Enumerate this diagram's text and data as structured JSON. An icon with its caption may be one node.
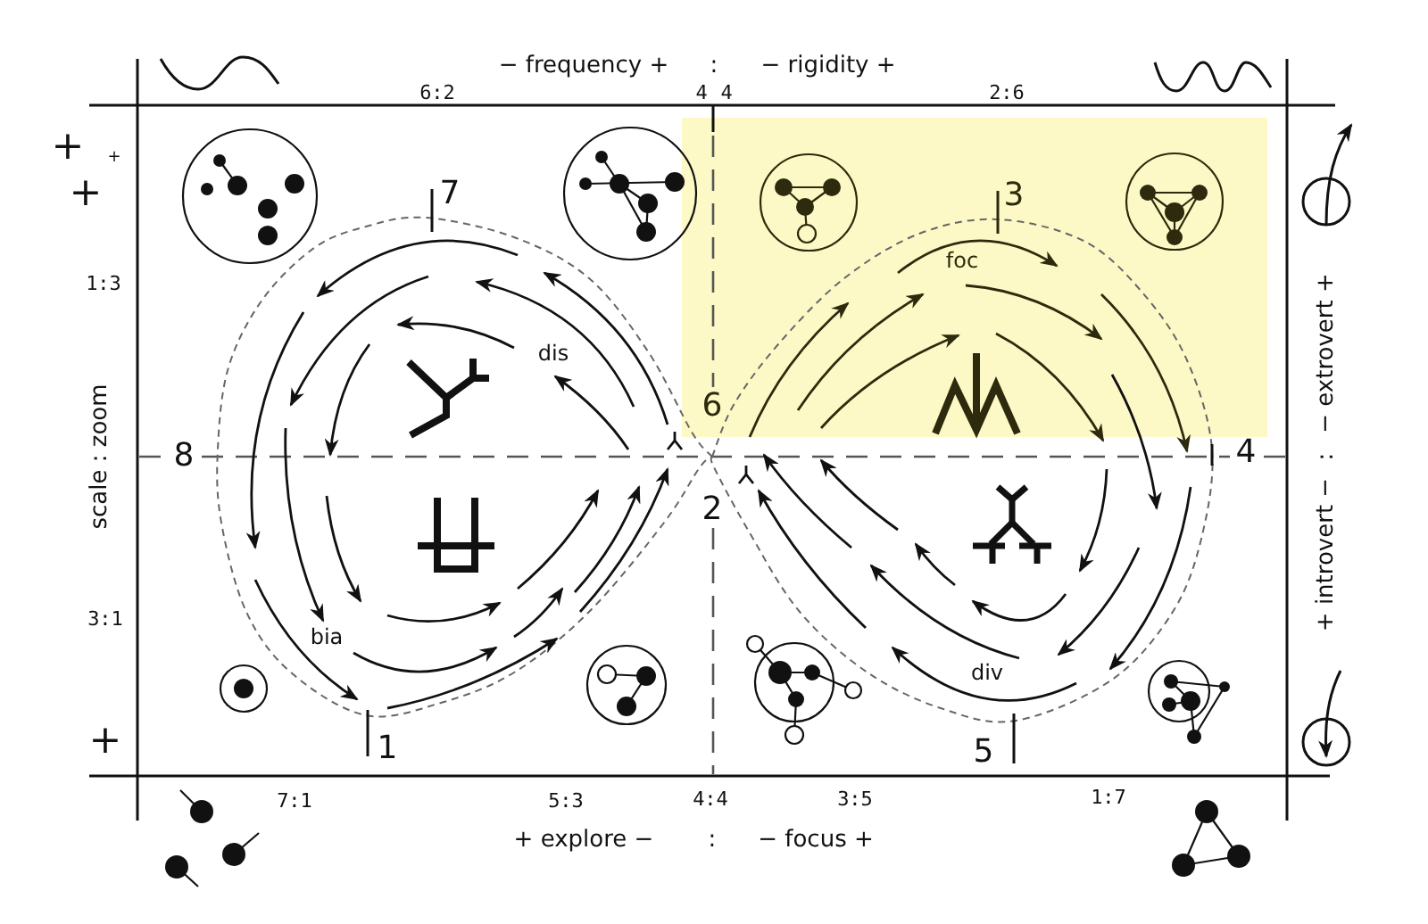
{
  "diagram": {
    "labels": [
      "− frequency +",
      ":",
      "− rigidity +",
      "6:2",
      "4",
      "4",
      "2:6",
      "+",
      "+",
      "+",
      "7",
      "3",
      "1:3",
      "foc",
      "dis",
      "scale : zoom",
      "− extrovert +",
      "6",
      "8",
      ":",
      "4",
      "2",
      "+ introvert −",
      "3:1",
      "bia",
      "div",
      "+",
      "1",
      "5",
      "7:1",
      "5:3",
      "4:4",
      "3:5",
      "1:7",
      "+ explore −",
      ":",
      "− focus +"
    ]
  }
}
